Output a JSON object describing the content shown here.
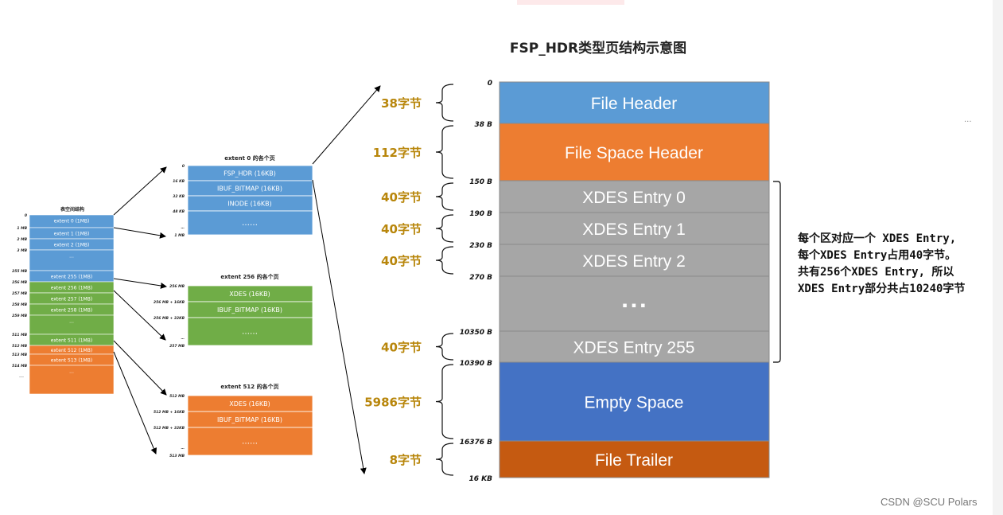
{
  "title": "FSP_HDR类型页结构示意图",
  "page_rows": [
    {
      "label": "File Header",
      "color": "#5b9bd5",
      "text_color": "#ffffff"
    },
    {
      "label": "File Space Header",
      "color": "#ed7d31",
      "text_color": "#ffffff"
    },
    {
      "label": "XDES Entry 0",
      "color": "#a6a6a6",
      "text_color": "#ffffff"
    },
    {
      "label": "XDES Entry 1",
      "color": "#a6a6a6",
      "text_color": "#ffffff"
    },
    {
      "label": "XDES Entry 2",
      "color": "#a6a6a6",
      "text_color": "#ffffff"
    },
    {
      "label": "▪ ▪ ▪",
      "color": "#a6a6a6",
      "text_color": "#ffffff"
    },
    {
      "label": "XDES Entry 255",
      "color": "#a6a6a6",
      "text_color": "#ffffff"
    },
    {
      "label": "Empty Space",
      "color": "#4472c4",
      "text_color": "#ffffff"
    },
    {
      "label": "File Trailer",
      "color": "#c55a11",
      "text_color": "#ffffff"
    }
  ],
  "offsets": [
    "0",
    "38 B",
    "150 B",
    "190 B",
    "230 B",
    "270 B",
    "10350 B",
    "10390 B",
    "16376 B",
    "16 KB"
  ],
  "sizes": [
    "38字节",
    "112字节",
    "40字节",
    "40字节",
    "40字节",
    "40字节",
    "5986字节",
    "8字节"
  ],
  "description": [
    "每个区对应一个 XDES Entry,",
    "每个XDES Entry占用40字节。",
    "共有256个XDES Entry, 所以",
    "XDES Entry部分共占10240字节"
  ],
  "watermark": "CSDN @SCU Polars",
  "corner_dots": "...",
  "table_space": {
    "title": "表空间结构",
    "rows": [
      {
        "label": "extent 0",
        "tag": "(1MB)",
        "offset": "0",
        "color": "#5b9bd5"
      },
      {
        "label": "extent 1",
        "tag": "(1MB)",
        "offset": "1 MB",
        "color": "#5b9bd5"
      },
      {
        "label": "extent 2",
        "tag": "(1MB)",
        "offset": "2 MB",
        "color": "#5b9bd5"
      },
      {
        "label": "...",
        "tag": "",
        "offset": "3 MB",
        "color": "#5b9bd5"
      },
      {
        "label": "extent 255",
        "tag": "(1MB)",
        "offset": "255 MB",
        "color": "#5b9bd5"
      },
      {
        "label": "extent 256",
        "tag": "(1MB)",
        "offset": "256 MB",
        "color": "#70ad47"
      },
      {
        "label": "extent 257",
        "tag": "(1MB)",
        "offset": "257 MB",
        "color": "#70ad47"
      },
      {
        "label": "extent 258",
        "tag": "(1MB)",
        "offset": "258 MB",
        "color": "#70ad47"
      },
      {
        "label": "...",
        "tag": "",
        "offset": "259 MB",
        "color": "#70ad47"
      },
      {
        "label": "extent 511",
        "tag": "(1MB)",
        "offset": "511 MB",
        "color": "#70ad47"
      },
      {
        "label": "extent 512",
        "tag": "(1MB)",
        "offset": "512 MB",
        "color": "#ed7d31"
      },
      {
        "label": "extent 513",
        "tag": "(1MB)",
        "offset": "513 MB",
        "color": "#ed7d31"
      },
      {
        "label": "...",
        "tag": "",
        "offset": "514 MB",
        "color": "#ed7d31"
      }
    ],
    "trailing_offsets": [
      "…"
    ]
  },
  "extents": [
    {
      "title": "extent 0 的各个页",
      "color": "#5b9bd5",
      "rows": [
        {
          "label": "FSP_HDR",
          "tag": "(16KB)"
        },
        {
          "label": "IBUF_BITMAP",
          "tag": "(16KB)"
        },
        {
          "label": "INODE",
          "tag": "(16KB)"
        },
        {
          "label": "……",
          "tag": ""
        }
      ],
      "offsets": [
        "0",
        "16 KB",
        "32 KB",
        "48 KB",
        "…",
        "1 MB"
      ]
    },
    {
      "title": "extent 256 的各个页",
      "color": "#70ad47",
      "rows": [
        {
          "label": "XDES",
          "tag": "(16KB)"
        },
        {
          "label": "IBUF_BITMAP",
          "tag": "(16KB)"
        },
        {
          "label": "……",
          "tag": ""
        }
      ],
      "offsets": [
        "256 MB",
        "256 MB + 16KB",
        "256 MB + 32KB",
        "…",
        "257 MB"
      ]
    },
    {
      "title": "extent 512 的各个页",
      "color": "#ed7d31",
      "rows": [
        {
          "label": "XDES",
          "tag": "(16KB)"
        },
        {
          "label": "IBUF_BITMAP",
          "tag": "(16KB)"
        },
        {
          "label": "……",
          "tag": ""
        }
      ],
      "offsets": [
        "512 MB",
        "512 MB + 16KB",
        "512 MB + 32KB",
        "…",
        "513 MB"
      ]
    }
  ]
}
